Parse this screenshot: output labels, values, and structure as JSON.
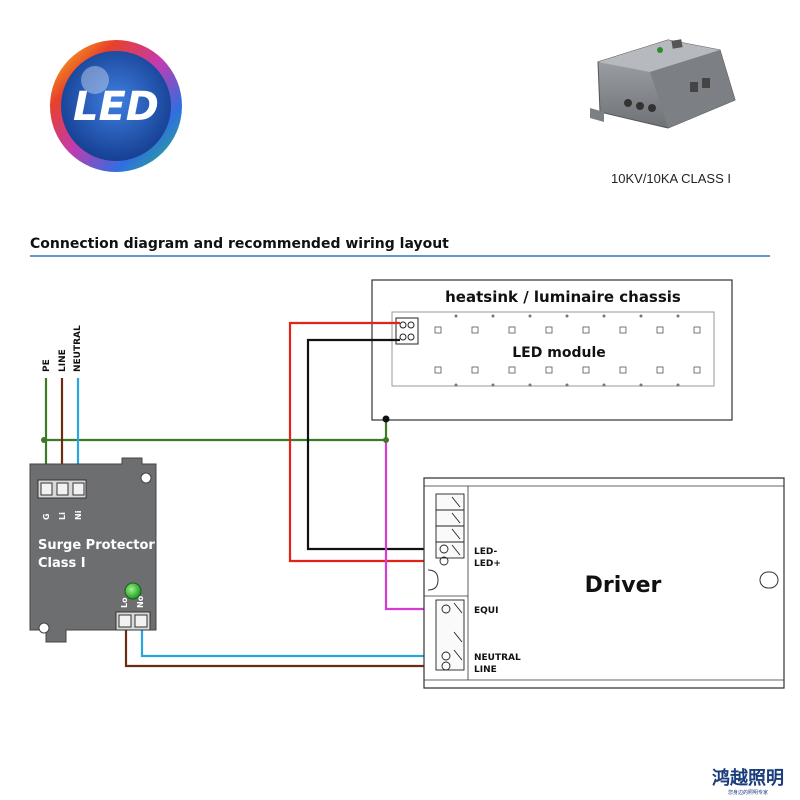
{
  "logo": {
    "text": "LED"
  },
  "product": {
    "spec_label": "10KV/10KA CLASS I"
  },
  "section": {
    "title": "Connection diagram and recommended wiring layout"
  },
  "supply": {
    "pe_label": "PE",
    "line_label": "LINE",
    "neutral_label": "NEUTRAL"
  },
  "chassis": {
    "title": "heatsink / luminaire chassis",
    "module_label": "LED module"
  },
  "surge_protector": {
    "name_line1": "Surge Protector",
    "name_line2": "Class I",
    "input_terminals": [
      "G",
      "Li",
      "Ni"
    ],
    "output_terminals": [
      "Lo",
      "No"
    ]
  },
  "driver": {
    "name": "Driver",
    "led_minus": "LED-",
    "led_plus": "LED+",
    "equi": "EQUI",
    "neutral": "NEUTRAL",
    "line": "LINE"
  },
  "wire_colors": {
    "pe": "#3c7a2a",
    "line": "#6b2c12",
    "neutral": "#2aa5df",
    "led_plus": "#e2231a",
    "led_minus": "#111111",
    "equi": "#d63bd6"
  },
  "brand": {
    "name": "鸿越照明",
    "slogan": "您身边的照明专家"
  }
}
